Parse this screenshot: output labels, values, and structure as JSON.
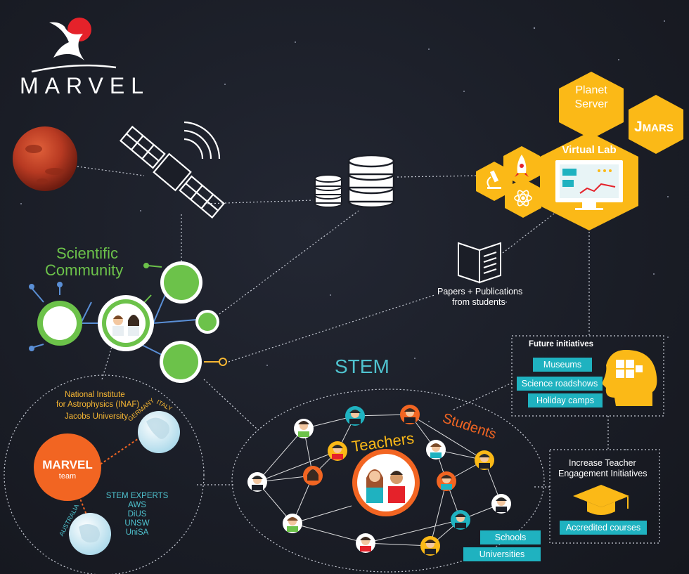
{
  "brand": {
    "name": "MARVEL"
  },
  "labels": {
    "scientific_community_1": "Scientific",
    "scientific_community_2": "Community",
    "stem": "STEM",
    "papers_1": "Papers + Publications",
    "papers_2": "from students",
    "teachers": "Teachers",
    "students": "Students"
  },
  "hexes": {
    "planet_server_1": "Planet",
    "planet_server_2": "Server",
    "jmars_j": "J",
    "jmars_rest": "MARS",
    "virtual_lab": "Virtual Lab"
  },
  "future": {
    "title": "Future initiatives",
    "items": [
      "Museums",
      "Science roadshows",
      "Holiday camps"
    ]
  },
  "teacher_engagement": {
    "title_1": "Increase Teacher",
    "title_2": "Engagement Initiatives",
    "button": "Accredited courses"
  },
  "marvel_team": {
    "inaf_1": "National Institute",
    "inaf_2": "for Astrophysics (INAF)",
    "jacobs": "Jacobs University",
    "germany": "GERMANY",
    "italy": "ITALY",
    "australia": "AUSTRALIA",
    "team_title": "MARVEL",
    "team_sub": "team",
    "stem_experts": [
      "STEM EXPERTS",
      "AWS",
      "DiUS",
      "UNSW",
      "UniSA"
    ]
  },
  "education": {
    "schools": "Schools",
    "universities": "Universities"
  },
  "colors": {
    "accent_orange": "#f26522",
    "hex_yellow": "#fbb917",
    "green": "#6cc24a",
    "teal": "#1fb2c0",
    "cyan_text": "#4fc3cf",
    "yellow_text": "#f7b733"
  }
}
